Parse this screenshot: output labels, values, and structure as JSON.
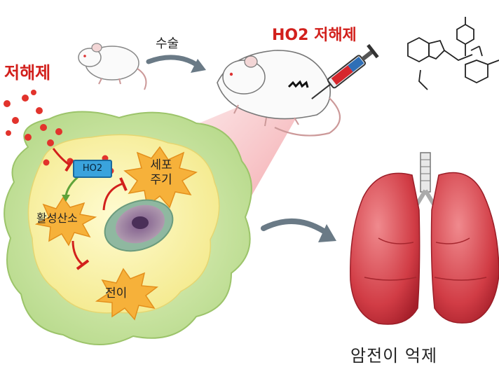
{
  "labels": {
    "inhibitor": "저해제",
    "surgery": "수술",
    "ho2_inhibitor": "HO2 저해제",
    "ho2": "HO2",
    "cell_cycle_line1": "세포",
    "cell_cycle_line2": "주기",
    "ros": "활성산소",
    "metastasis": "전이",
    "suppression": "암전이 억제"
  },
  "colors": {
    "red_text": "#d2201c",
    "cell_outer": "#c8e6a0",
    "cell_inner": "#fbf6b4",
    "starburst": "#f6b13a",
    "lung": "#d8444c",
    "ho2_box": "#3aa3dd",
    "beam": "#f4b0b4"
  },
  "icons": [
    "mouse-icon",
    "syringe-icon",
    "chemical-structure-icon",
    "nucleus-icon",
    "lungs-icon",
    "arrow-icon"
  ]
}
